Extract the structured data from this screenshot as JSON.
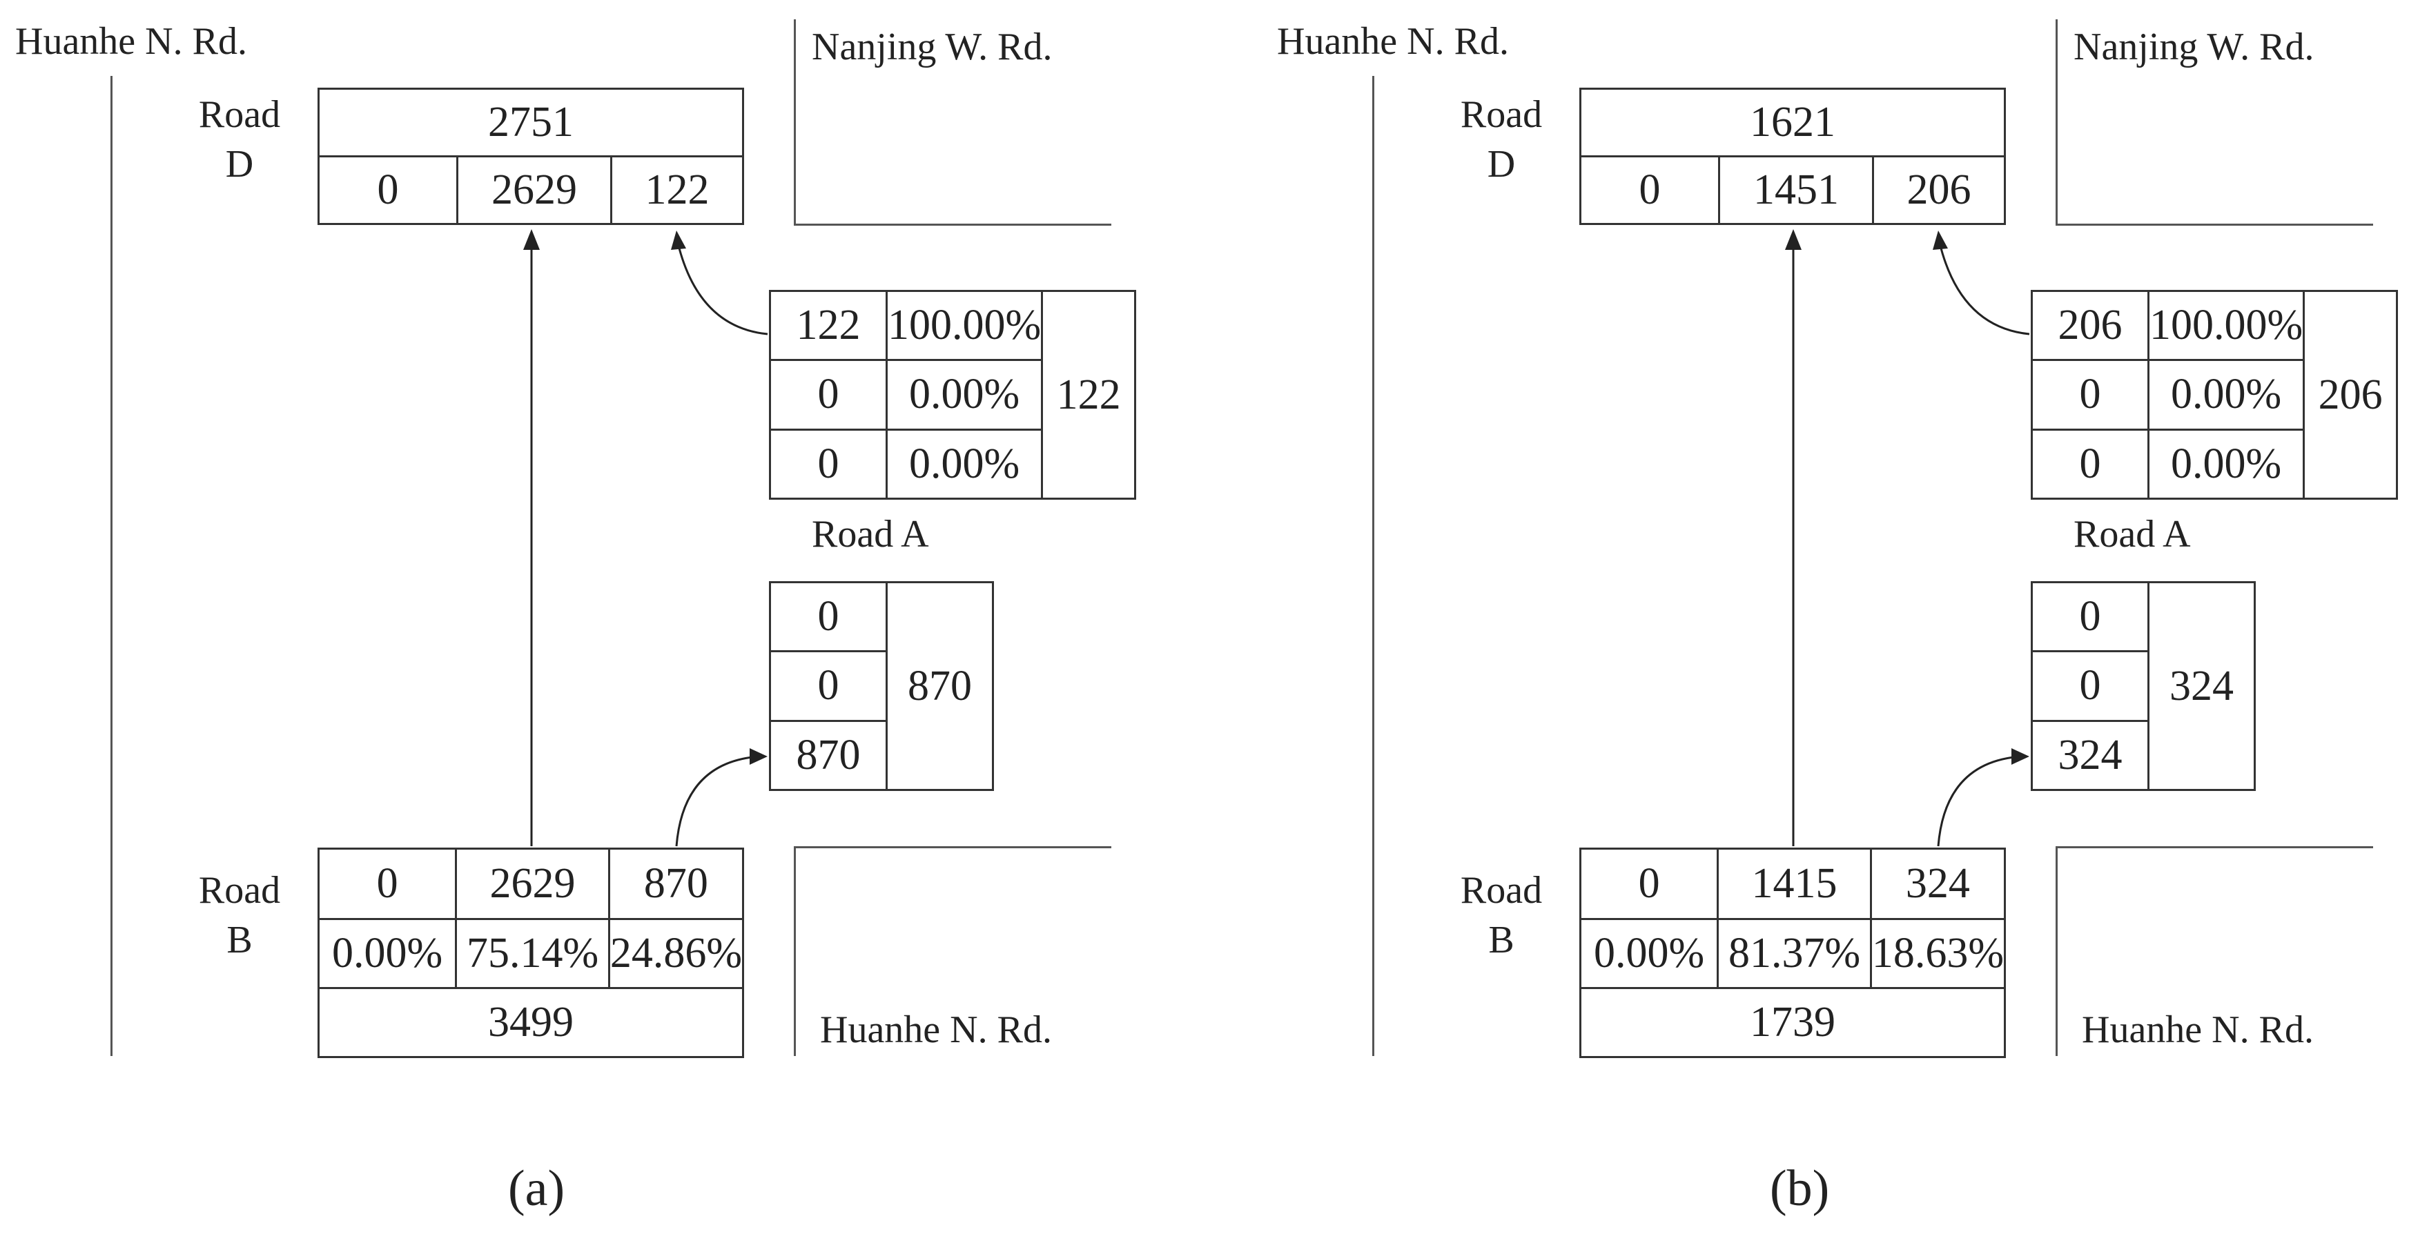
{
  "panels": [
    {
      "caption": "(a)",
      "top_left_road": "Huanhe N. Rd.",
      "top_right_road": "Nanjing W. Rd.",
      "bottom_right_road": "Huanhe N. Rd.",
      "road_d": {
        "label_line1": "Road",
        "label_line2": "D",
        "total": "2751",
        "cells": [
          "0",
          "2629",
          "122"
        ]
      },
      "road_a_upper": {
        "values": [
          "122",
          "0",
          "0"
        ],
        "percents": [
          "100.00%",
          "0.00%",
          "0.00%"
        ],
        "total": "122"
      },
      "road_a_label": "Road A",
      "road_a_lower": {
        "values": [
          "0",
          "0",
          "870"
        ],
        "total": "870"
      },
      "road_b": {
        "label_line1": "Road",
        "label_line2": "B",
        "cells": [
          "0",
          "2629",
          "870"
        ],
        "percents": [
          "0.00%",
          "75.14%",
          "24.86%"
        ],
        "total": "3499"
      }
    },
    {
      "caption": "(b)",
      "top_left_road": "Huanhe N. Rd.",
      "top_right_road": "Nanjing W. Rd.",
      "bottom_right_road": "Huanhe N. Rd.",
      "road_d": {
        "label_line1": "Road",
        "label_line2": "D",
        "total": "1621",
        "cells": [
          "0",
          "1451",
          "206"
        ]
      },
      "road_a_upper": {
        "values": [
          "206",
          "0",
          "0"
        ],
        "percents": [
          "100.00%",
          "0.00%",
          "0.00%"
        ],
        "total": "206"
      },
      "road_a_label": "Road A",
      "road_a_lower": {
        "values": [
          "0",
          "0",
          "324"
        ],
        "total": "324"
      },
      "road_b": {
        "label_line1": "Road",
        "label_line2": "B",
        "cells": [
          "0",
          "1415",
          "324"
        ],
        "percents": [
          "0.00%",
          "81.37%",
          "18.63%"
        ],
        "total": "1739"
      }
    }
  ]
}
